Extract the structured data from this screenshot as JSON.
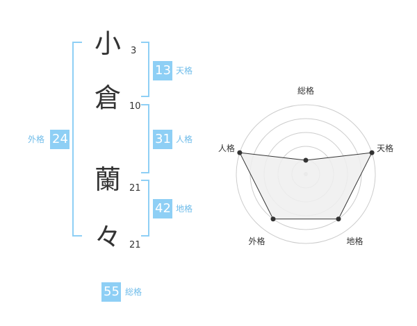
{
  "name_chars": [
    {
      "char": "小",
      "strokes": "3"
    },
    {
      "char": "倉",
      "strokes": "10"
    },
    {
      "char": "蘭",
      "strokes": "21"
    },
    {
      "char": "々",
      "strokes": "21"
    }
  ],
  "scores": {
    "tenkaku": {
      "value": "13",
      "label": "天格"
    },
    "jinkaku": {
      "value": "31",
      "label": "人格"
    },
    "chikaku": {
      "value": "42",
      "label": "地格"
    },
    "gaikaku": {
      "value": "24",
      "label": "外格"
    },
    "soukaku": {
      "value": "55",
      "label": "総格"
    }
  },
  "chart_data": {
    "type": "radar",
    "axes": [
      "総格",
      "天格",
      "地格",
      "外格",
      "人格"
    ],
    "rings": 5,
    "values": [
      0.2,
      1.0,
      0.8,
      0.8,
      1.0
    ],
    "colors": {
      "fill": "#eeeeee",
      "line": "#333333",
      "grid": "#cccccc"
    }
  }
}
